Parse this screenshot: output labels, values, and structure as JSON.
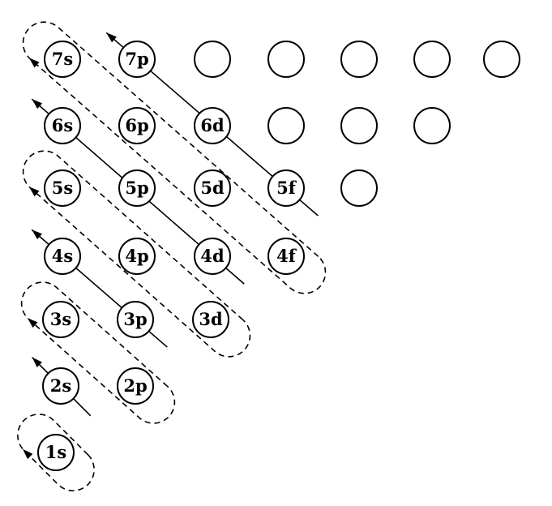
{
  "rows": [
    {
      "n": 7,
      "cells": [
        {
          "label": "7s"
        },
        {
          "label": "7p"
        },
        {
          "label": ""
        },
        {
          "label": ""
        },
        {
          "label": ""
        },
        {
          "label": ""
        },
        {
          "label": ""
        }
      ]
    },
    {
      "n": 6,
      "cells": [
        {
          "label": "6s"
        },
        {
          "label": "6p"
        },
        {
          "label": "6d"
        },
        {
          "label": ""
        },
        {
          "label": ""
        },
        {
          "label": ""
        }
      ]
    },
    {
      "n": 5,
      "cells": [
        {
          "label": "5s"
        },
        {
          "label": "5p"
        },
        {
          "label": "5d"
        },
        {
          "label": "5f"
        },
        {
          "label": ""
        }
      ]
    },
    {
      "n": 4,
      "cells": [
        {
          "label": "4s"
        },
        {
          "label": "4p"
        },
        {
          "label": "4d"
        },
        {
          "label": "4f"
        }
      ]
    },
    {
      "n": 3,
      "cells": [
        {
          "label": "3s"
        },
        {
          "label": "3p"
        },
        {
          "label": "3d"
        }
      ]
    },
    {
      "n": 2,
      "cells": [
        {
          "label": "2s"
        },
        {
          "label": "2p"
        }
      ]
    },
    {
      "n": 1,
      "cells": [
        {
          "label": "1s"
        }
      ]
    }
  ],
  "filling_order": [
    "1s",
    "2s",
    "2p",
    "3s",
    "3p",
    "4s",
    "3d",
    "4p",
    "5s",
    "4d",
    "5p",
    "6s",
    "4f",
    "5d",
    "6p",
    "7s",
    "5f",
    "6d",
    "7p"
  ],
  "colors": {
    "stroke": "#000000",
    "fill": "#ffffff"
  }
}
